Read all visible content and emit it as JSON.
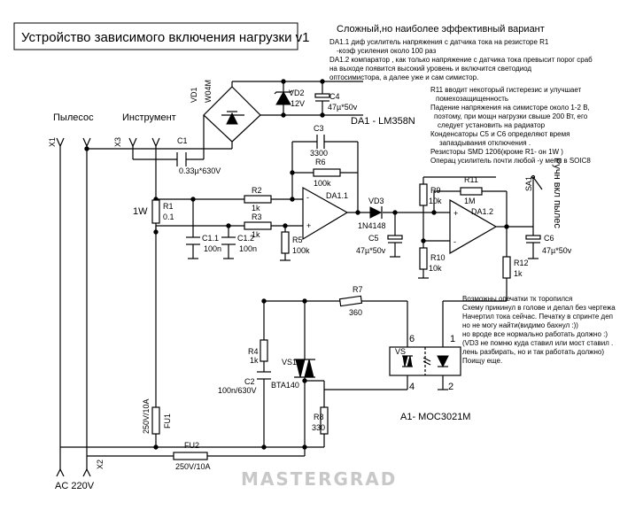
{
  "title": "Устройство зависимого включения нагрузки v1",
  "subtitle": "Сложный,но наиболее эффективный вариант",
  "notes_top": [
    "DA1.1 диф усилитель напряжения с датчика тока на резисторе  R1",
    "-коэф усиления около 100 раз",
    "DA1.2 компаратор , как только напряжение с датчика тока  превысит порог сраб",
    "на выходе появится высокий уровень и включится светодиод",
    "оптосимистора, а далее уже и сам симистор."
  ],
  "notes_right": [
    "R11 вводит некоторый гистерезис и улучшает",
    "помехозащищенность",
    " Падение напряжения на симисторе около 1-2 В,",
    "поэтому, при мощн нагрузки свыше 200 Вт, его",
    "следует установить на радиатор",
    "Конденсаторы С5 и С6 определяют время",
    "запаздывания отключения .",
    "Резисторы SMD 1206(кроме R1- он 1W )",
    "Операц усилитель почти любой -у меня в SOIC8"
  ],
  "notes_bottom": [
    "Возможны опечатки тк торопился",
    "Схему прикинул в голове и делал без чертежа",
    "Начертил тока сейчас. Печатку в спринте деп",
    "но не могу найти(видимо бахнул :))",
    "но вроде все нормально работать должно :)",
    "(VD3 не  помню куда ставил или мост ставил .",
    "лень разбирать, но и так работать должно)",
    "Поищу еще."
  ],
  "da1_label": "DA1 - LM358N",
  "a1_label": "A1- MOC3021M",
  "ac_label": "AC 220V",
  "watermark": "MASTERGRAD",
  "connectors": {
    "x1": "X1",
    "x3": "X3",
    "x2": "X2",
    "vacuum": "Пылесос",
    "tool": "Инструмент",
    "sa1": "SA1",
    "manual": "Ручн вкл пылес"
  },
  "components": {
    "vd1": "VD1",
    "vd1_val": "W04M",
    "vd2": "VD2",
    "vd2_val": "12V",
    "c4": "C4",
    "c4_val": "47µ*50v",
    "c1": "C1",
    "c1_val": "0.33µ*630V",
    "c3": "C3",
    "c3_val": "3300",
    "r6": "R6",
    "r6_val": "100k",
    "r2": "R2",
    "r2_val": "1k",
    "r3": "R3",
    "r3_val": "1k",
    "r1": "R1",
    "r1_val": "0.1",
    "r1_power": "1W",
    "c11": "C1.1",
    "c11_val": "100n",
    "c12": "C1.2",
    "c12_val": "100n",
    "r5": "R5",
    "r5_val": "100k",
    "da11": "DA1.1",
    "vd3": "VD3",
    "vd3_val": "1N4148",
    "c5": "C5",
    "c5_val": "47µ*50v",
    "r9": "R9",
    "r9_val": "10k",
    "r10": "R10",
    "r10_val": "10k",
    "r11": "R11",
    "r11_val": "1M",
    "da12": "DA1.2",
    "c6": "C6",
    "c6_val": "47µ*50v",
    "r12": "R12",
    "r12_val": "1k",
    "r7": "R7",
    "r7_val": "360",
    "r4": "R4",
    "r4_val": "1k",
    "vs1": "VS1",
    "vs1_val": "BTA140",
    "c2": "C2",
    "c2_val": "100n/630V",
    "r8": "R8",
    "r8_val": "330",
    "fu1": "FU1",
    "fu1_val": "250V/10A",
    "fu2": "FU2",
    "fu2_val": "250V/10A",
    "vs": "VS",
    "pin6": "6",
    "pin4": "4",
    "pin1": "1",
    "pin2": "2"
  }
}
